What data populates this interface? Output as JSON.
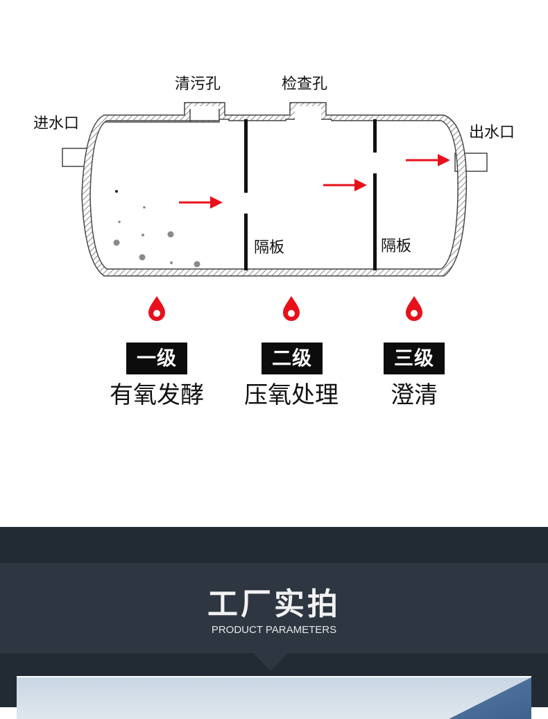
{
  "diagram": {
    "labels": {
      "inlet": "进水口",
      "outlet": "出水口",
      "cleanout_hole": "清污孔",
      "inspection_hole": "检查孔",
      "baffle_1": "隔板",
      "baffle_2": "隔板"
    },
    "colors": {
      "arrow": "#e8101a",
      "drop": "#e8101a",
      "tank_outline": "#555555",
      "baffle": "#111111",
      "particles": "#8a8a8a"
    },
    "stages": [
      {
        "level": "一级",
        "process": "有氧发酵"
      },
      {
        "level": "二级",
        "process": "压氧处理"
      },
      {
        "level": "三级",
        "process": "澄清"
      }
    ]
  },
  "section": {
    "title": "工厂实拍",
    "subtitle": "PRODUCT PARAMETERS"
  }
}
